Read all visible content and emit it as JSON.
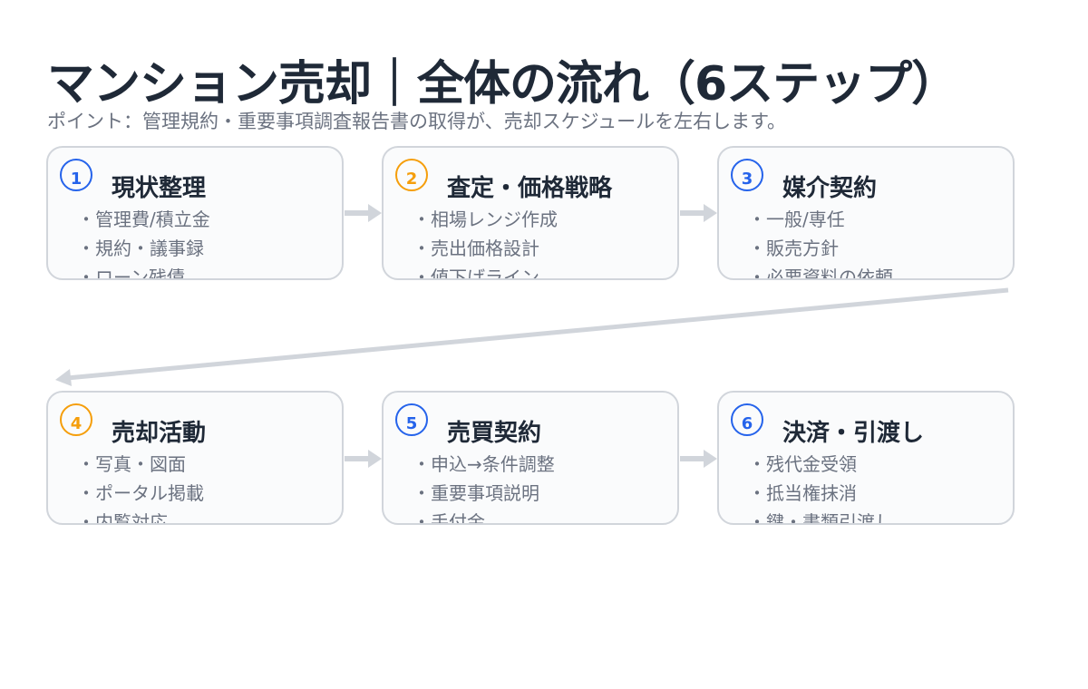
{
  "title": "マンション売却｜全体の流れ（6ステップ）",
  "subtitle": "ポイント：管理規約・重要事項調査報告書の取得が、売却スケジュールを左右します。",
  "colors": {
    "blue": "#2563eb",
    "orange": "#f59e0b",
    "border": "#d1d5db",
    "arrow": "#d1d5db"
  },
  "steps": [
    {
      "num": "1",
      "title": "現状整理",
      "color": "#2563eb",
      "items": [
        "管理費/積立金",
        "規約・議事録",
        "ローン残債"
      ]
    },
    {
      "num": "2",
      "title": "査定・価格戦略",
      "color": "#f59e0b",
      "items": [
        "相場レンジ作成",
        "売出価格設計",
        "値下げライン"
      ]
    },
    {
      "num": "3",
      "title": "媒介契約",
      "color": "#2563eb",
      "items": [
        "一般/専任",
        "販売方針",
        "必要資料の依頼"
      ]
    },
    {
      "num": "4",
      "title": "売却活動",
      "color": "#f59e0b",
      "items": [
        "写真・図面",
        "ポータル掲載",
        "内覧対応"
      ]
    },
    {
      "num": "5",
      "title": "売買契約",
      "color": "#2563eb",
      "items": [
        "申込→条件調整",
        "重要事項説明",
        "手付金"
      ]
    },
    {
      "num": "6",
      "title": "決済・引渡し",
      "color": "#2563eb",
      "items": [
        "残代金受領",
        "抵当権抹消",
        "鍵・書類引渡し"
      ]
    }
  ]
}
